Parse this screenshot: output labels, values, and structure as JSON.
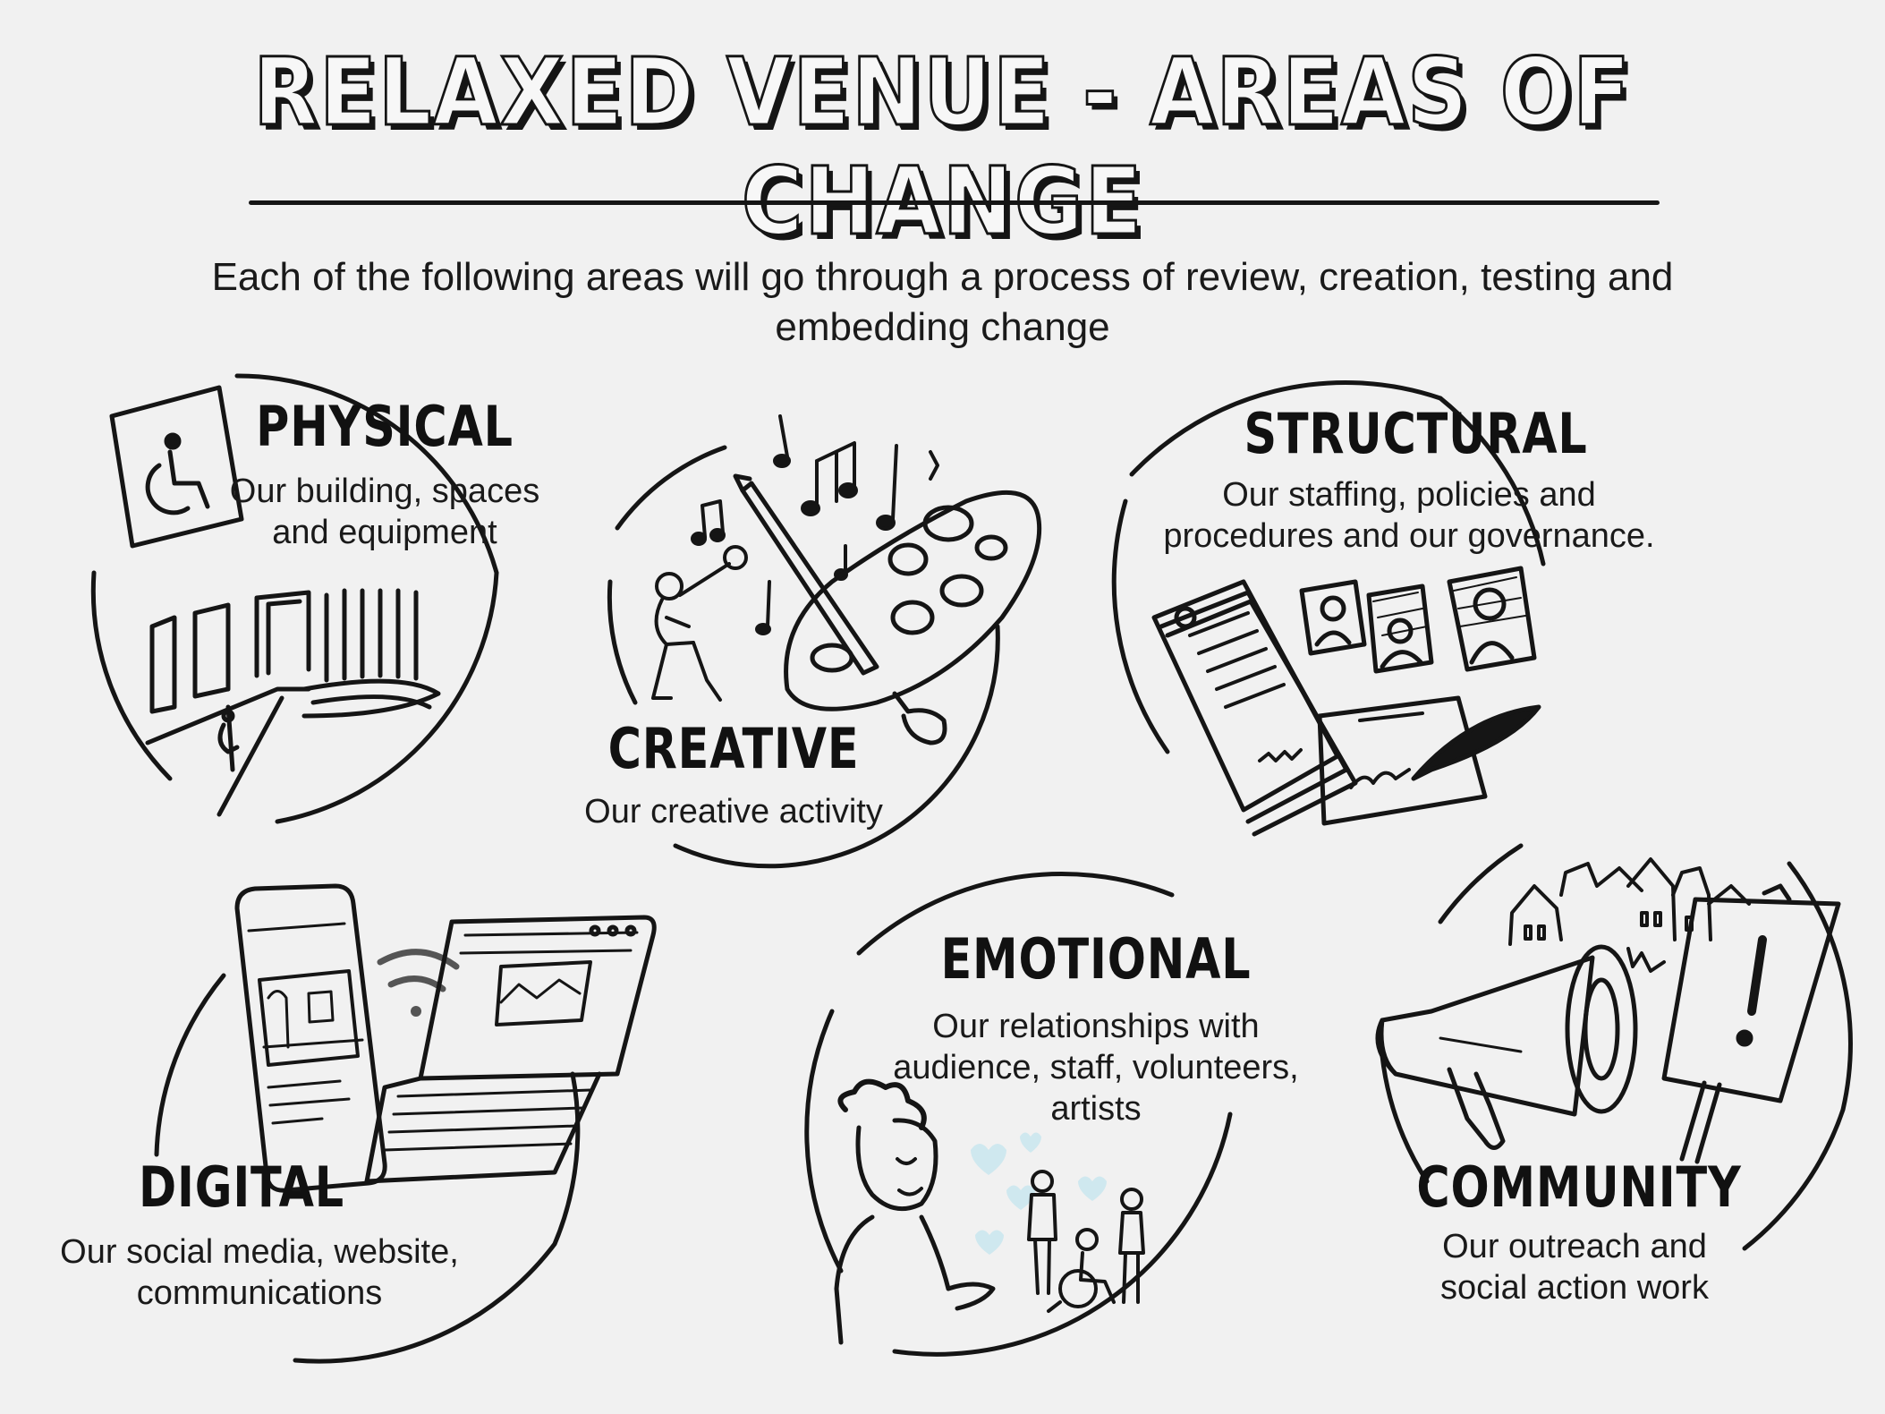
{
  "header": {
    "title": "RELAXED VENUE - AREAS OF CHANGE",
    "intro": "Each of the following areas will go through a process of review, creation, testing and embedding change"
  },
  "areas": [
    {
      "title": "PHYSICAL",
      "description": "Our building, spaces and equipment"
    },
    {
      "title": "CREATIVE",
      "description": "Our creative activity"
    },
    {
      "title": "STRUCTURAL",
      "description": "Our staffing, policies and procedures and our governance."
    },
    {
      "title": "DIGITAL",
      "description": "Our social media, website, communications"
    },
    {
      "title": "EMOTIONAL",
      "description": "Our relationships with audience, staff, volunteers, artists"
    },
    {
      "title": "COMMUNITY",
      "description": "Our outreach and social action work"
    }
  ],
  "icons": {
    "physical": [
      "accessibility-sign-icon",
      "building-entrance-icon",
      "ramp-icon"
    ],
    "creative": [
      "music-notes-icon",
      "paint-palette-icon",
      "paintbrush-icon",
      "performer-icon"
    ],
    "structural": [
      "documents-icon",
      "staff-portraits-icon",
      "quill-icon"
    ],
    "digital": [
      "smartphone-icon",
      "wifi-icon",
      "laptop-icon"
    ],
    "emotional": [
      "person-smiling-icon",
      "hearts-icon",
      "group-of-people-icon"
    ],
    "community": [
      "houses-icon",
      "megaphone-icon",
      "protest-sign-icon"
    ]
  },
  "colors": {
    "ink": "#151515",
    "paper": "#f1f1f1",
    "heart": "#cfe8ef"
  }
}
